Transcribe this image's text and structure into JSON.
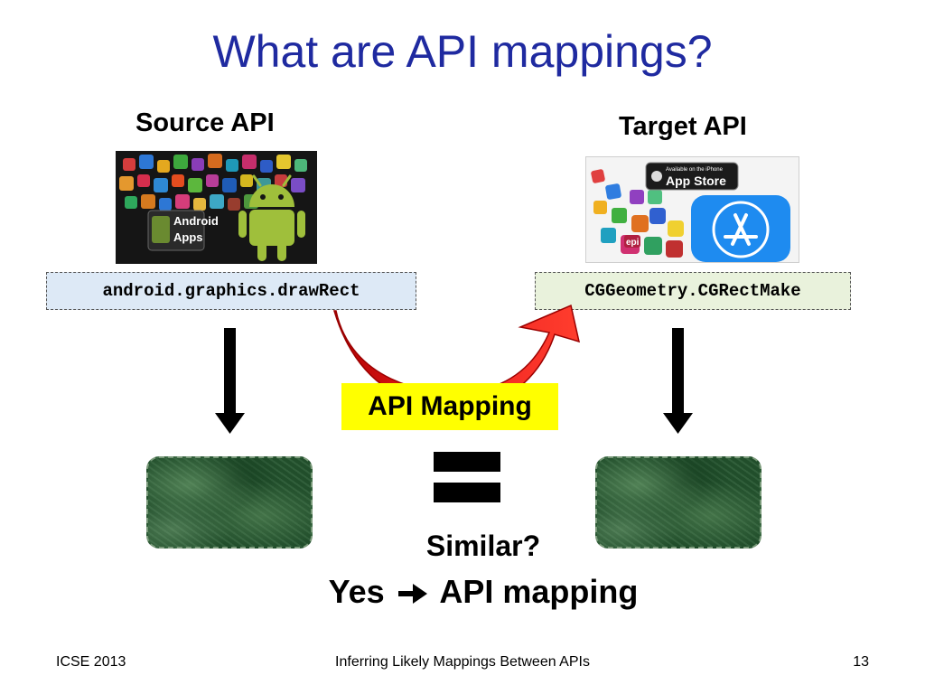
{
  "slide": {
    "title": "What are API mappings?",
    "source": {
      "label": "Source API",
      "image_text": [
        "Android",
        "Apps"
      ],
      "code": "android.graphics.drawRect"
    },
    "target": {
      "label": "Target API",
      "image_badge_small": "Available on the iPhone",
      "image_badge_large": "App Store",
      "image_icon_text": "epi",
      "code": "CGGeometry.CGRectMake"
    },
    "mapping_label": "API Mapping",
    "question": "Similar?",
    "answer": {
      "yes": "Yes",
      "arrow_icon": "right-arrow-icon",
      "result": "API mapping"
    }
  },
  "footer": {
    "left": "ICSE 2013",
    "center": "Inferring Likely Mappings Between APIs",
    "page_number": "13"
  },
  "colors": {
    "title": "#1f2aa0",
    "curved_arrow": "#dd1111",
    "mapping_highlight": "#ffff00",
    "source_code_bg": "#dde9f6",
    "target_code_bg": "#e9f2dc",
    "texture": "#24552f",
    "android_green": "#9fbf3b",
    "appstore_blue": "#1e8bf0"
  }
}
